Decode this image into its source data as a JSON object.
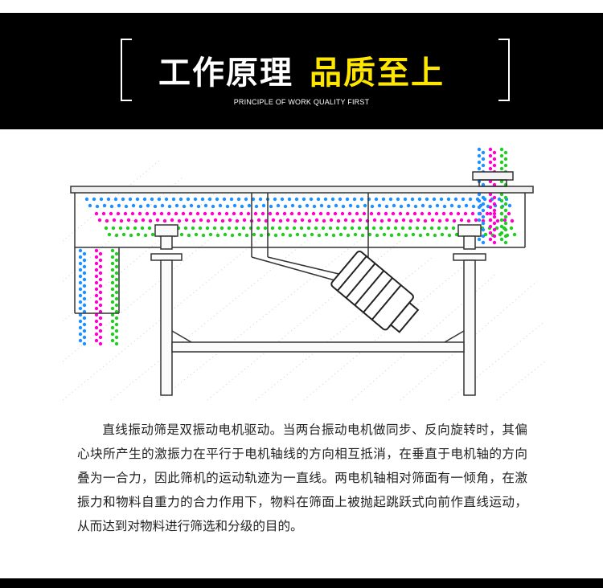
{
  "header": {
    "title_main": "工作原理",
    "title_accent": "品质至上",
    "subtitle": "PRINCIPLE OF WORK QUALITY FIRST",
    "background_color": "#000000",
    "accent_color": "#ffe600"
  },
  "diagram": {
    "particle_colors": [
      "#1e90ff",
      "#ff00cc",
      "#22cc22"
    ]
  },
  "description": {
    "text": "直线振动筛是双振动电机驱动。当两台振动电机做同步、反向旋转时，其偏心块所产生的激振力在平行于电机轴线的方向相互抵消，在垂直于电机轴的方向叠为一合力，因此筛机的运动轨迹为一直线。两电机轴相对筛面有一倾角，在激振力和物料自重力的合力作用下，物料在筛面上被抛起跳跃式向前作直线运动，从而达到对物料进行筛选和分级的目的。"
  }
}
